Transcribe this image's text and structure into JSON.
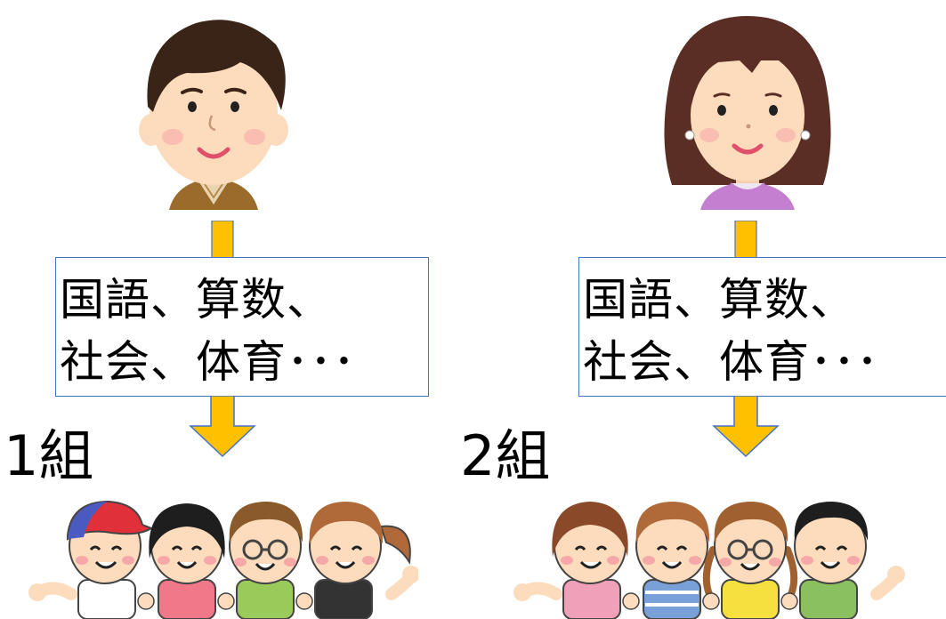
{
  "teachers": [
    {
      "id": "left",
      "subjects": [
        "国語、算数、",
        "社会、体育･･･"
      ],
      "class_label": "1組"
    },
    {
      "id": "right",
      "subjects": [
        "国語、算数、",
        "社会、体育･･･"
      ],
      "class_label": "2組"
    }
  ],
  "colors": {
    "arrow_fill": "#ffc000",
    "arrow_stroke": "#4472c4",
    "box_border": "#4472c4",
    "skin": "#fcdcbd",
    "male_hair": "#3a2418",
    "female_hair": "#5a2e24",
    "male_jacket": "#9b6b2c",
    "female_top": "#c47fd0"
  }
}
